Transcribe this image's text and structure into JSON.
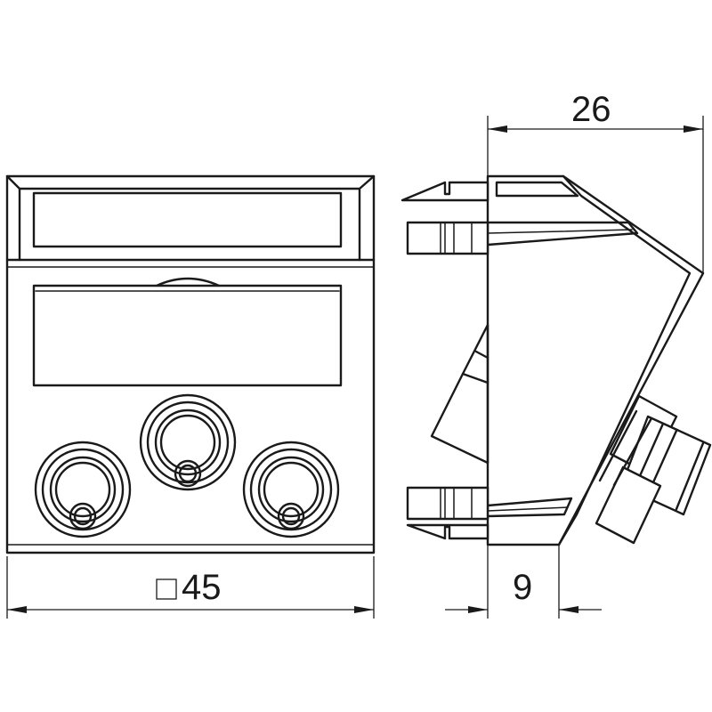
{
  "dimensions": {
    "depth_total": "26",
    "square_size": "45",
    "depth_front": "9"
  },
  "colors": {
    "line": "#1a1a1a",
    "background": "#ffffff"
  },
  "icons": {
    "square_symbol": "square-outline-icon"
  }
}
